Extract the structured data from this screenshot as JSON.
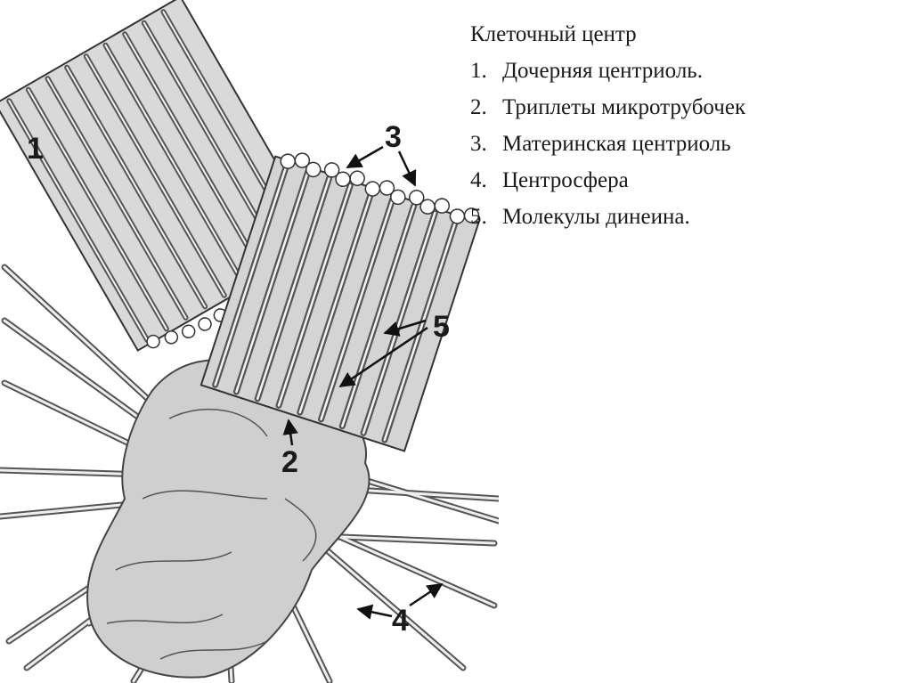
{
  "legend": {
    "title": "Клеточный центр",
    "items": [
      {
        "num": "1.",
        "text": "Дочерняя центриоль."
      },
      {
        "num": "2.",
        "text": "Триплеты микротрубочек"
      },
      {
        "num": "3.",
        "text": "Материнская центриоль"
      },
      {
        "num": "4.",
        "text": "Центросфера"
      },
      {
        "num": "5.",
        "text": "Молекулы динеина."
      }
    ]
  },
  "figure_labels": {
    "l1": "1",
    "l2": "2",
    "l3": "3",
    "l4": "4",
    "l5": "5"
  }
}
